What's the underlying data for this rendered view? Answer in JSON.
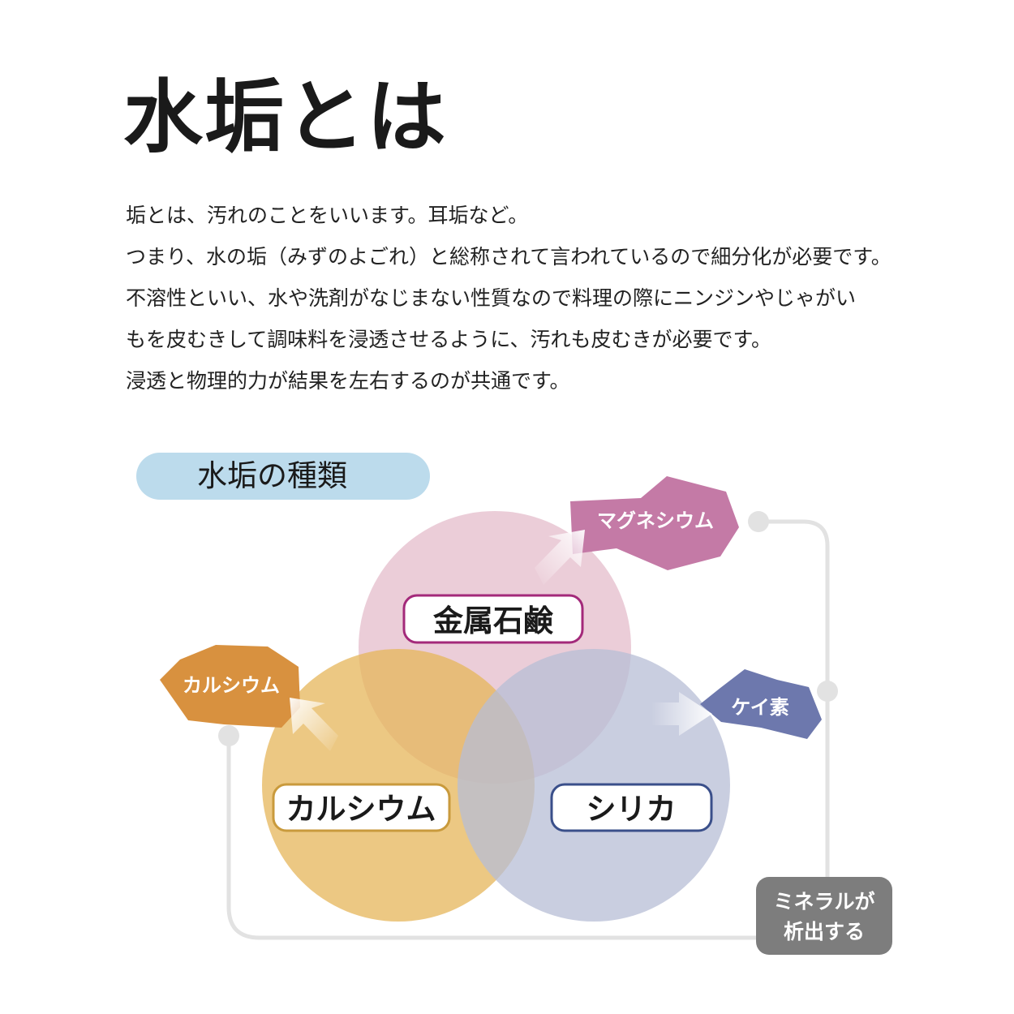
{
  "title": "水垢とは",
  "paragraphs": [
    "垢とは、汚れのことをいいます。耳垢など。",
    "つまり、水の垢（みずのよごれ）と総称されて言われているので細分化が必要です。",
    "不溶性といい、水や洗剤がなじまない性質なので料理の際にニンジンやじゃがい",
    "もを皮むきして調味料を浸透させるように、汚れも皮むきが必要です。",
    "浸透と物理的力が結果を左右するのが共通です。"
  ],
  "diagram": {
    "section_label": "水垢の種類",
    "circles": [
      {
        "label": "金属石鹸",
        "color": "#e4bccb",
        "border": "#a3297a"
      },
      {
        "label": "カルシウム",
        "color": "#e6b55a",
        "border": "#c99a3c"
      },
      {
        "label": "シリカ",
        "color": "#b7bed6",
        "border": "#3a4f8a"
      }
    ],
    "minerals": [
      {
        "label": "マグネシウム",
        "color": "#c47aa6"
      },
      {
        "label": "カルシウム",
        "color": "#d8913f"
      },
      {
        "label": "ケイ素",
        "color": "#6d78ad"
      }
    ],
    "cycle_box": {
      "line1": "ミネラルが",
      "line2": "析出する",
      "color": "#7d7d7d"
    }
  }
}
